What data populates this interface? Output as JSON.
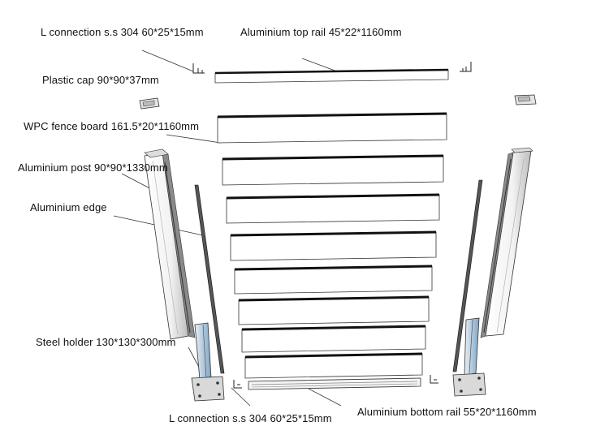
{
  "diagram": {
    "labels": {
      "l_connection_top": "L connection s.s 304 60*25*15mm",
      "top_rail": "Aluminium top rail 45*22*1160mm",
      "plastic_cap": "Plastic cap 90*90*37mm",
      "fence_board": "WPC fence board 161.5*20*1160mm",
      "post": "Aluminium post 90*90*1330mm",
      "edge": "Aluminium edge",
      "steel_holder": "Steel holder 130*130*300mm",
      "l_connection_bottom": "L connection s.s 304 60*25*15mm",
      "bottom_rail": "Aluminium bottom rail 55*20*1160mm"
    },
    "colors": {
      "line": "#111111",
      "board_edge": "#2b2b2b",
      "post_shade": "#cfcfcf",
      "holder_blue": "#8fb3cf"
    }
  }
}
